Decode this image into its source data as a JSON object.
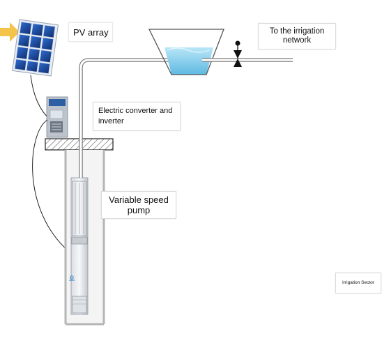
{
  "labels": {
    "pv_array": "PV array",
    "irrigation_network": "To the irrigation network",
    "converter": "Electric converter and inverter",
    "pump": "Variable speed pump",
    "irrigation_sector": "Irrigation Sector"
  },
  "colors": {
    "sun_arrow": "#f3c34a",
    "solar_cell": "#1c4fa8",
    "panel_frame": "#e8eef6",
    "water": "#8fd2ef",
    "pipe": "#7d7d7d",
    "well_wall": "#b5b5b5",
    "valve": "#111111",
    "converter_body": "#bcc3cc",
    "hatch": "#555555"
  }
}
